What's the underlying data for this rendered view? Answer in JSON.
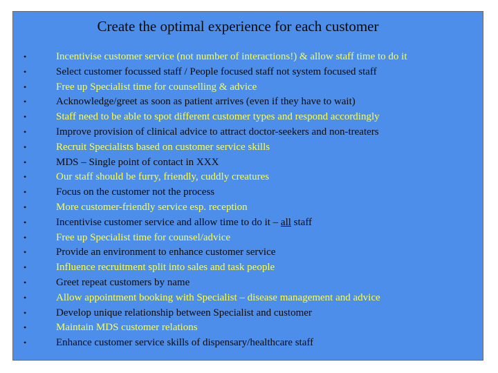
{
  "slide": {
    "title": "Create the optimal experience for each customer",
    "bullet_glyph": "•",
    "colors": {
      "background": "#4d8eea",
      "highlight_text": "#ffff4a",
      "plain_text": "#0a0a0a"
    },
    "items": [
      {
        "text": "Incentivise customer service (not number of interactions!) & allow staff time to do it",
        "color": "yellow"
      },
      {
        "text": "Select customer focussed staff / People focused staff not system focused staff",
        "color": "black"
      },
      {
        "text": "Free up Specialist time for counselling & advice",
        "color": "yellow"
      },
      {
        "text": "Acknowledge/greet as soon as patient arrives (even if they have to wait)",
        "color": "black"
      },
      {
        "text": "Staff need to be able to spot different customer types and respond accordingly",
        "color": "yellow"
      },
      {
        "text": "Improve provision of clinical advice to attract doctor-seekers and non-treaters",
        "color": "black"
      },
      {
        "text": "Recruit Specialists based on customer service skills",
        "color": "yellow"
      },
      {
        "text": "MDS – Single point of contact in XXX",
        "color": "black"
      },
      {
        "text": "Our staff should be furry, friendly, cuddly creatures",
        "color": "yellow"
      },
      {
        "text": "Focus on the customer not the process",
        "color": "black"
      },
      {
        "text": "More customer-friendly service esp. reception",
        "color": "yellow"
      },
      {
        "text_before": "Incentivise customer service and allow time to do it – ",
        "text_underlined": "all",
        "text_after": " staff",
        "color": "black"
      },
      {
        "text": "Free up Specialist time for counsel/advice",
        "color": "yellow"
      },
      {
        "text": "Provide an environment to enhance customer service",
        "color": "black"
      },
      {
        "text": "Influence recruitment split into sales and task people",
        "color": "yellow"
      },
      {
        "text": "Greet repeat customers by name",
        "color": "black"
      },
      {
        "text": "Allow appointment booking with Specialist – disease management and advice",
        "color": "yellow"
      },
      {
        "text": "Develop unique relationship between Specialist and customer",
        "color": "black"
      },
      {
        "text": "Maintain MDS customer relations",
        "color": "yellow"
      },
      {
        "text": "Enhance customer service skills of dispensary/healthcare staff",
        "color": "black"
      }
    ]
  }
}
